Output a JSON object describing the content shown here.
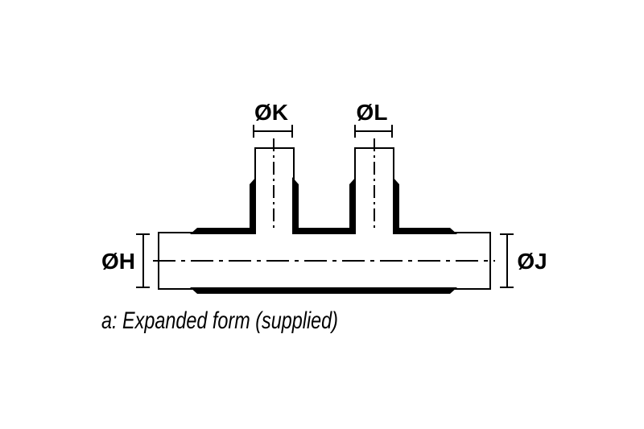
{
  "diagram": {
    "caption": "a: Expanded form (supplied)",
    "labels": {
      "branch_left_diameter": "ØK",
      "branch_right_diameter": "ØL",
      "bore_left_diameter": "ØH",
      "bore_right_diameter": "ØJ"
    },
    "colors": {
      "background": "#ffffff",
      "line": "#000000"
    }
  }
}
